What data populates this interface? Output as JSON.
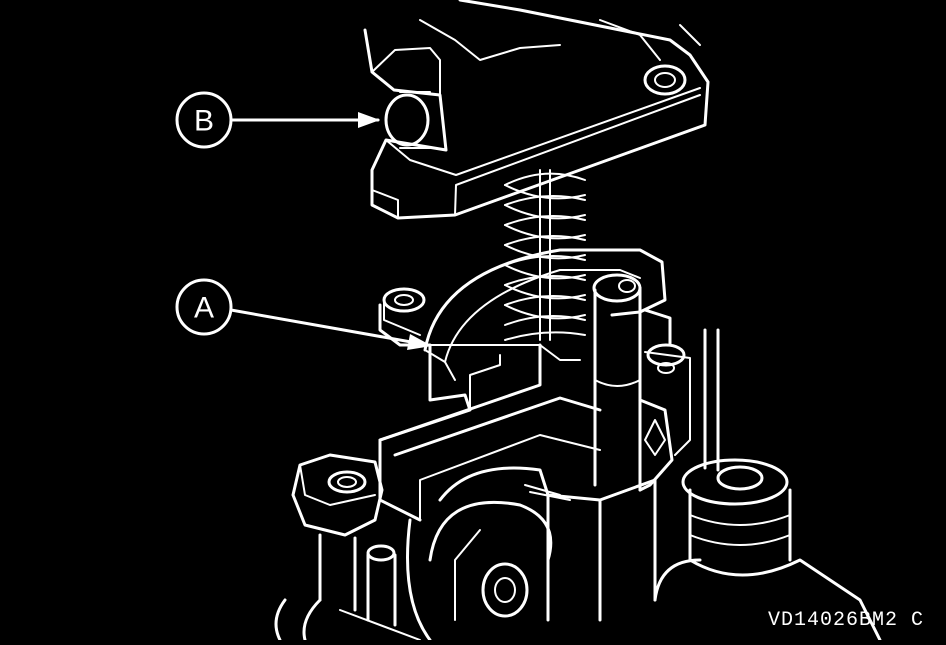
{
  "callouts": {
    "a": {
      "letter": "A"
    },
    "b": {
      "letter": "B"
    }
  },
  "figure_code": "VD14026BM2  C",
  "colors": {
    "background": "#000000",
    "line": "#ffffff"
  }
}
